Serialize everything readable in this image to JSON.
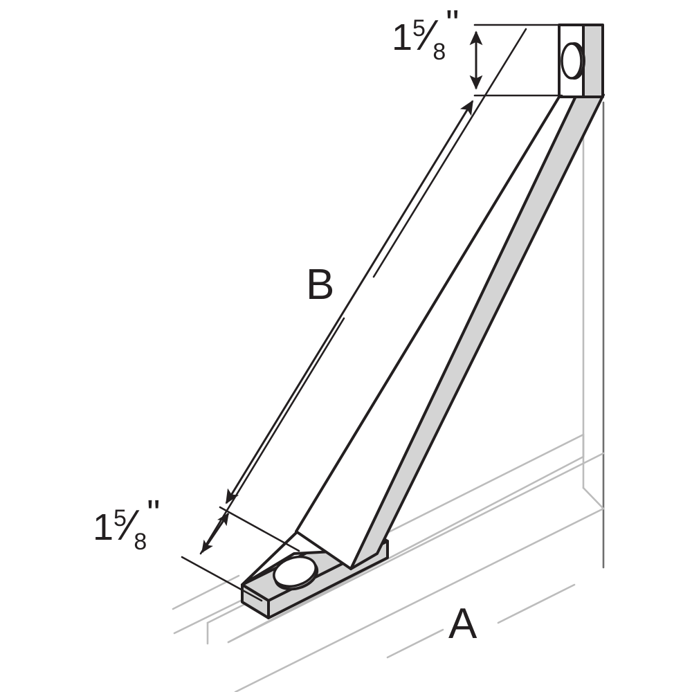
{
  "drawing": {
    "title": "Angle Bracket Isometric Dimension Drawing",
    "background_color": "#ffffff",
    "line_color": "#231f20",
    "shade_color": "#d4d4d4",
    "reference_line_color": "#bcbcbc"
  },
  "dimensions": {
    "top_width": {
      "name": "top-plate-width",
      "whole": "1",
      "numerator": "5",
      "slash": "⁄",
      "denominator": "8",
      "unit": "\"",
      "full_text": "1 5/8\"",
      "orientation": "vertical",
      "arrow_style": "double-headed"
    },
    "bottom_width": {
      "name": "bottom-plate-width",
      "whole": "1",
      "numerator": "5",
      "slash": "⁄",
      "denominator": "8",
      "unit": "\"",
      "full_text": "1 5/8\"",
      "orientation": "diagonal",
      "arrow_style": "double-headed"
    },
    "diagonal_length": {
      "name": "strut-length",
      "label": "B",
      "arrow_style": "double-headed"
    },
    "horizontal_span": {
      "name": "horizontal-span",
      "label": "A",
      "arrow_style": "none"
    }
  },
  "part": {
    "type": "angle-bracket",
    "top_plate": {
      "name": "top-mounting-plate",
      "hole": "oval-slot"
    },
    "bottom_plate": {
      "name": "bottom-mounting-plate",
      "hole": "round-hole"
    },
    "strut": {
      "name": "diagonal-strut"
    }
  },
  "reference": {
    "wall": "wall-reference-lines",
    "floor": "floor-reference-lines"
  }
}
